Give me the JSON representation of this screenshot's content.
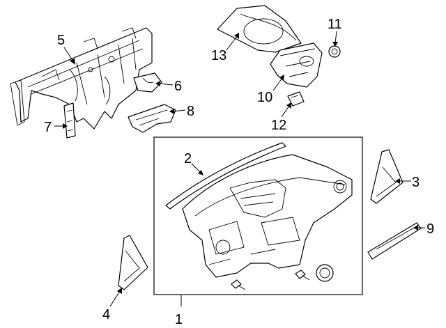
{
  "callouts": {
    "c1": "1",
    "c2": "2",
    "c3": "3",
    "c4": "4",
    "c5": "5",
    "c6": "6",
    "c7": "7",
    "c8": "8",
    "c9": "9",
    "c10": "10",
    "c11": "11",
    "c12": "12",
    "c13": "13"
  },
  "parts": [
    {
      "id": "1",
      "icon": "instrument-panel-assembly"
    },
    {
      "id": "2",
      "icon": "defroster-grille"
    },
    {
      "id": "3",
      "icon": "right-end-cover"
    },
    {
      "id": "4",
      "icon": "left-end-cover"
    },
    {
      "id": "5",
      "icon": "reinforcement-beam"
    },
    {
      "id": "6",
      "icon": "bracket"
    },
    {
      "id": "7",
      "icon": "support-bracket"
    },
    {
      "id": "8",
      "icon": "support-plate"
    },
    {
      "id": "9",
      "icon": "trim-strip"
    },
    {
      "id": "10",
      "icon": "center-bezel"
    },
    {
      "id": "11",
      "icon": "push-pin-retainer"
    },
    {
      "id": "12",
      "icon": "clip"
    },
    {
      "id": "13",
      "icon": "cluster-hood-cover"
    }
  ]
}
